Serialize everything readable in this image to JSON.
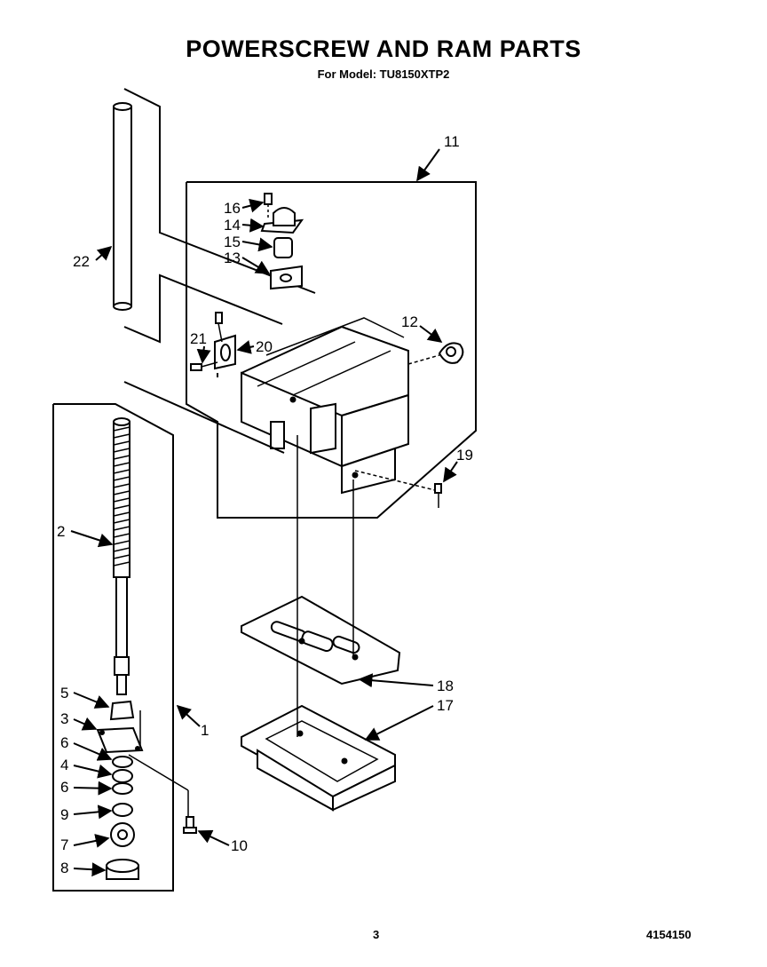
{
  "header": {
    "title": "POWERSCREW AND RAM PARTS",
    "subtitle": "For Model: TU8150XTP2"
  },
  "footer": {
    "page_number": "3",
    "document_number": "4154150"
  },
  "callouts": {
    "c1": "1",
    "c2": "2",
    "c3": "3",
    "c4": "4",
    "c5": "5",
    "c6a": "6",
    "c6b": "6",
    "c7": "7",
    "c8": "8",
    "c9": "9",
    "c10": "10",
    "c11": "11",
    "c12": "12",
    "c13": "13",
    "c14": "14",
    "c15": "15",
    "c16": "16",
    "c17": "17",
    "c18": "18",
    "c19": "19",
    "c20": "20",
    "c21": "21",
    "c22": "22"
  }
}
